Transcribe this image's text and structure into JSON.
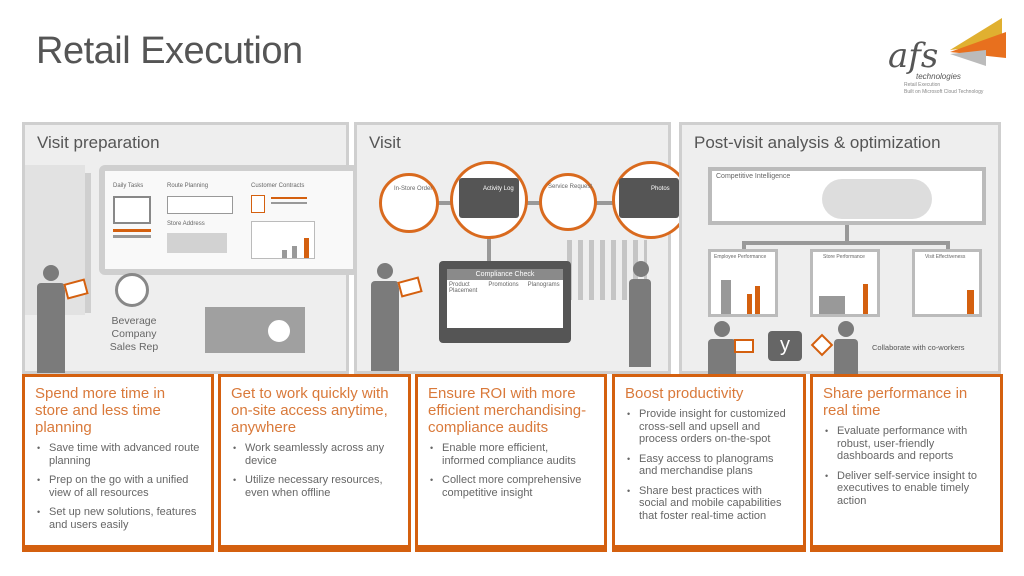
{
  "title": "Retail Execution",
  "logo": {
    "name": "afs",
    "tagline": "technologies",
    "sub1": "Retail Execution",
    "sub2": "Built on Microsoft Cloud Technology"
  },
  "colors": {
    "accent": "#d4600f",
    "heading": "#d9793a",
    "panel": "#eeeeee",
    "figure": "#7b7b7b"
  },
  "panels": [
    {
      "title": "Visit preparation",
      "screen": {
        "daily_tasks": "Daily Tasks",
        "route_planning": "Route Planning",
        "customer_contracts": "Customer Contracts",
        "store_address": "Store Address"
      },
      "caption": [
        "Beverage",
        "Company",
        "Sales Rep"
      ]
    },
    {
      "title": "Visit",
      "circles": [
        "In-Store Order",
        "Activity Log",
        "Service Request",
        "Photos"
      ],
      "compliance": {
        "title": "Compliance Check",
        "cols": [
          "Product Placement",
          "Promotions",
          "Planograms"
        ]
      }
    },
    {
      "title": "Post-visit analysis & optimization",
      "ci": "Competitive Intelligence",
      "cards": [
        "Employee Performance",
        "Store Performance",
        "Visit Effectiveness"
      ],
      "collab": "Collaborate  with co-workers"
    }
  ],
  "boxes": [
    {
      "heading": "Spend more time in store and less time planning",
      "bullets": [
        "Save time with advanced route planning",
        "Prep on the go with a unified view of all resources",
        "Set up new solutions, features and users easily"
      ]
    },
    {
      "heading": "Get to work quickly with on-site access anytime, anywhere",
      "bullets": [
        "Work seamlessly across any device",
        "Utilize necessary resources, even when offline"
      ]
    },
    {
      "heading": "Ensure ROI with more efficient merchandising-compliance audits",
      "bullets": [
        "Enable more efficient, informed compliance audits",
        "Collect more comprehensive competitive insight"
      ]
    },
    {
      "heading": "Boost productivity",
      "bullets": [
        "Provide insight for customized cross-sell and upsell and process orders on-the-spot",
        "Easy access to planograms and merchandise plans",
        "Share best practices with social and mobile capabilities that foster real-time action"
      ]
    },
    {
      "heading": "Share performance in real time",
      "bullets": [
        "Evaluate performance with robust, user-friendly dashboards and reports",
        "Deliver self-service insight to executives to enable timely action"
      ]
    }
  ]
}
